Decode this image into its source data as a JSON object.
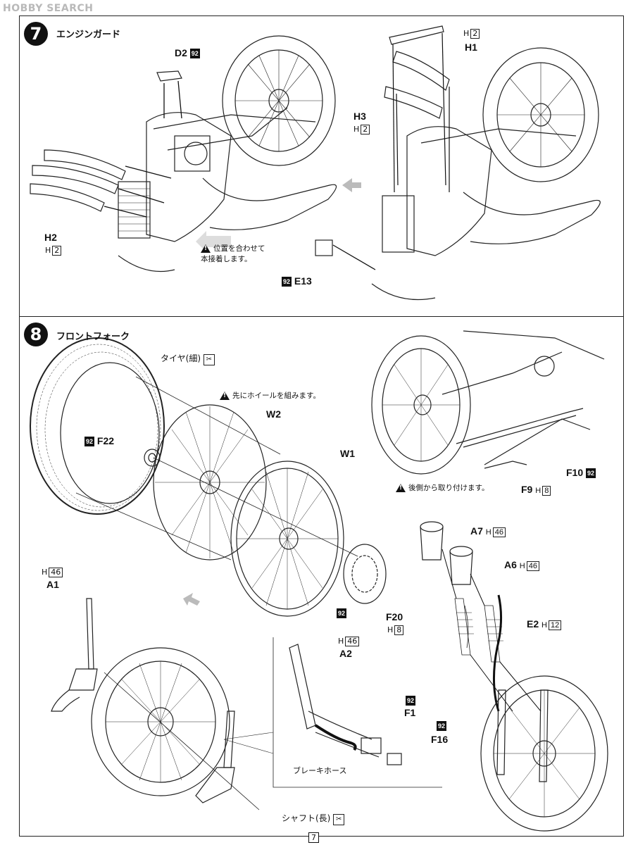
{
  "watermark": {
    "logo": "HOBBY SEARCH"
  },
  "step7": {
    "number": "7",
    "title": "エンジンガード",
    "labels": {
      "d2": "D2",
      "h2": "H2",
      "h2_sub": "2",
      "h3": "H3",
      "h3_sub": "2",
      "h1": "H1",
      "h1_sub": "2",
      "e13": "E13"
    },
    "sub_prefix": "H",
    "badge": "92",
    "note": "位置を合わせて\n本接着します。"
  },
  "step8": {
    "number": "8",
    "title": "フロントフォーク",
    "labels": {
      "tire": "タイヤ(細)",
      "w2": "W2",
      "w1": "W1",
      "f22": "F22",
      "f20": "F20",
      "f20_sub": "8",
      "a1": "A1",
      "a1_sub": "46",
      "a2": "A2",
      "a2_sub": "46",
      "a7": "A7",
      "a7_sub": "46",
      "a6": "A6",
      "a6_sub": "46",
      "e2": "E2",
      "e2_sub": "12",
      "f1": "F1",
      "f16": "F16",
      "f10": "F10",
      "f9": "F9",
      "f9_sub": "8",
      "brake_hose": "ブレーキホース",
      "shaft": "シャフト(長)"
    },
    "note_wheel": "先にホイールを組みます。",
    "note_rear": "後側から取り付けます。"
  },
  "page_number": "7"
}
